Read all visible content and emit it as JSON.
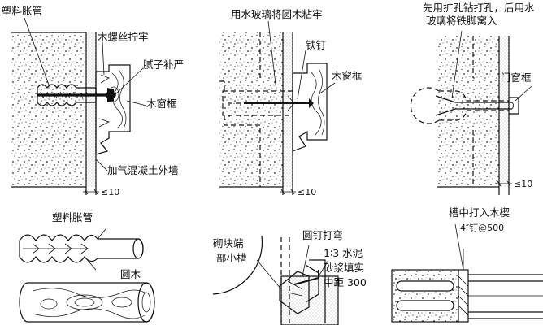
{
  "labels": {
    "plastic_anchor": "塑料胀管",
    "wood_screw": "木螺丝拧牢",
    "putty": "腻子补严",
    "window_frame_1": "木窗框",
    "aerated_wall": "加气混凝土外墙",
    "water_glass_glue": "用水玻璃将圆木粘牢",
    "iron_nail": "铁钉",
    "window_frame_2": "木窗框",
    "drill_line1": "先用扩孔钻打孔，后用水",
    "drill_line2": "玻璃将铁脚窝入",
    "door_frame": "门窗框",
    "plastic_anchor_detail": "塑料胀管",
    "round_wood": "圆木",
    "block_end_line1": "砌块端",
    "block_end_line2": "部小槽",
    "bent_nail": "圆钉打弯",
    "mortar_line1": "1∶3 水泥",
    "mortar_line2": "砂浆填实",
    "spacing": "中距 300",
    "wedge_in_groove": "槽中打入木楔",
    "nail_spec": "4″钉@500"
  },
  "dims": {
    "d1": "≤10",
    "d2": "≤10",
    "d3": "≤10"
  }
}
